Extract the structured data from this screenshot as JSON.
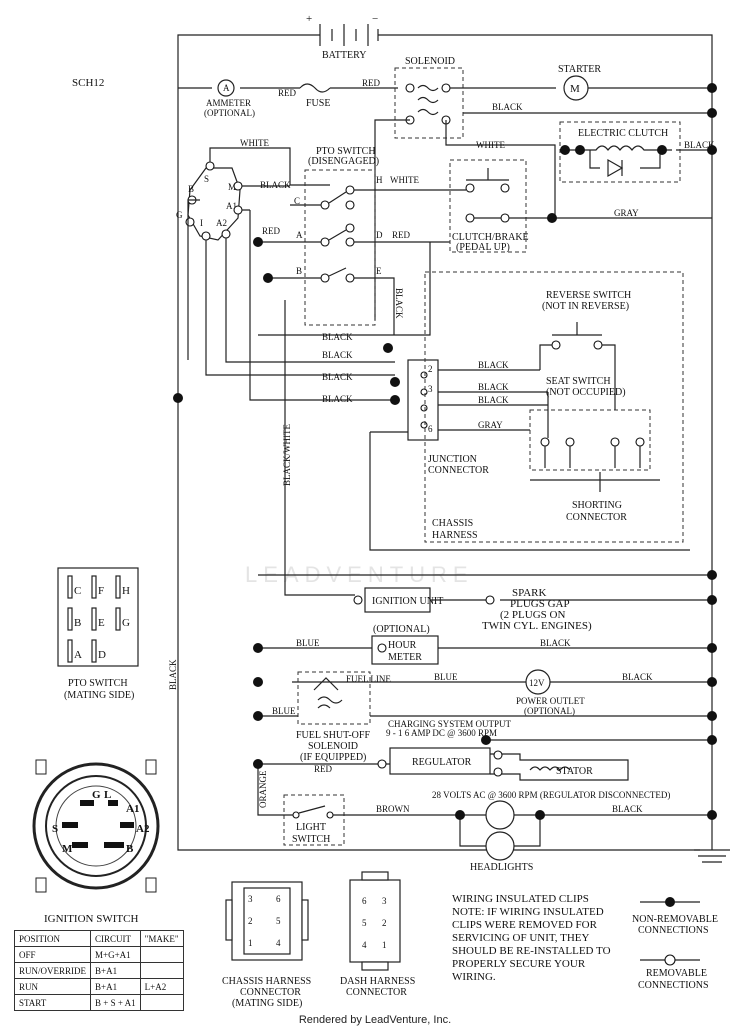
{
  "code": "SCH12",
  "battery": {
    "label": "BATTERY",
    "plus": "+",
    "minus": "−"
  },
  "solenoid": "SOLENOID",
  "starter": {
    "label": "STARTER",
    "symbol": "M"
  },
  "ammeter": {
    "label": "AMMETER",
    "note": "(OPTIONAL)",
    "symbol": "A"
  },
  "fuse": "FUSE",
  "electric_clutch": "ELECTRIC CLUTCH",
  "pto_switch": {
    "label": "PTO SWITCH",
    "state": "(DISENGAGED)",
    "terminals": [
      "C",
      "H",
      "A",
      "D",
      "B",
      "E"
    ]
  },
  "clutch_brake": {
    "label": "CLUTCH/BRAKE",
    "state": "(PEDAL UP)"
  },
  "reverse_switch": {
    "label": "REVERSE SWITCH",
    "state": "(NOT IN REVERSE)"
  },
  "seat_switch": {
    "label": "SEAT SWITCH",
    "state": "(NOT OCCUPIED)"
  },
  "junction": {
    "line1": "JUNCTION",
    "line2": "CONNECTOR",
    "pins": [
      "1",
      "2",
      "3",
      "4",
      "6"
    ]
  },
  "shorting": {
    "line1": "SHORTING",
    "line2": "CONNECTOR"
  },
  "chassis_harness": {
    "line1": "CHASSIS",
    "line2": "HARNESS"
  },
  "ignition_unit": "IGNITION UNIT",
  "spark": {
    "line1": "SPARK",
    "line2": "PLUGS GAP",
    "line3": "(2 PLUGS ON",
    "line4": "TWIN CYL. ENGINES)"
  },
  "hour_meter": {
    "opt": "(OPTIONAL)",
    "line1": "HOUR",
    "line2": "METER"
  },
  "power_outlet": {
    "symbol": "12V",
    "line1": "POWER OUTLET",
    "line2": "(OPTIONAL)"
  },
  "fuel": {
    "line": "FUEL LINE",
    "line1": "FUEL SHUT-OFF",
    "line2": "SOLENOID",
    "line3": "(IF EQUIPPED)"
  },
  "charging": {
    "line1": "CHARGING SYSTEM OUTPUT",
    "line2": "9 - 1 6 AMP DC @ 3600 RPM"
  },
  "regulator": "REGULATOR",
  "stator": "STATOR",
  "volts_note": "28 VOLTS AC @ 3600 RPM (REGULATOR DISCONNECTED)",
  "light_switch": {
    "line1": "LIGHT",
    "line2": "SWITCH"
  },
  "headlights": "HEADLIGHTS",
  "ign_terminals": [
    "S",
    "M",
    "B",
    "G",
    "I",
    "A2",
    "A1"
  ],
  "ign_switch_pins": [
    "G",
    "L",
    "A1",
    "S",
    "A2",
    "M",
    "B"
  ],
  "wires": {
    "red": "RED",
    "black": "BLACK",
    "white": "WHITE",
    "gray": "GRAY",
    "blue": "BLUE",
    "brown": "BROWN",
    "orange": "ORANGE",
    "black_white": "BLACK/WHITE"
  },
  "pto_mating": {
    "line1": "PTO SWITCH",
    "line2": "(MATING SIDE)",
    "pins": [
      "C",
      "F",
      "H",
      "B",
      "E",
      "G",
      "A",
      "D"
    ]
  },
  "ignition_switch": {
    "title": "IGNITION SWITCH",
    "header": [
      "POSITION",
      "CIRCUIT",
      "\"MAKE\""
    ],
    "rows": [
      [
        "OFF",
        "M+G+A1",
        ""
      ],
      [
        "RUN/OVERRIDE",
        "B+A1",
        ""
      ],
      [
        "RUN",
        "B+A1",
        "L+A2"
      ],
      [
        "START",
        "B + S + A1",
        ""
      ]
    ]
  },
  "chassis_conn": {
    "line1": "CHASSIS HARNESS",
    "line2": "CONNECTOR",
    "line3": "(MATING SIDE)",
    "pins": [
      "3",
      "6",
      "2",
      "5",
      "1",
      "4"
    ]
  },
  "dash_conn": {
    "line1": "DASH HARNESS",
    "line2": "CONNECTOR",
    "pins": [
      "6",
      "3",
      "5",
      "2",
      "4",
      "1"
    ]
  },
  "note": [
    "WIRING INSULATED CLIPS",
    "NOTE: IF WIRING INSULATED",
    "CLIPS WERE REMOVED FOR",
    "SERVICING OF UNIT, THEY",
    "SHOULD BE RE-INSTALLED TO",
    "PROPERLY SECURE YOUR",
    "WIRING."
  ],
  "legend": {
    "nonrem1": "NON-REMOVABLE",
    "nonrem2": "CONNECTIONS",
    "rem1": "REMOVABLE",
    "rem2": "CONNECTIONS"
  },
  "watermark": "LEADVENTURE",
  "footer": "Rendered by LeadVenture, Inc."
}
